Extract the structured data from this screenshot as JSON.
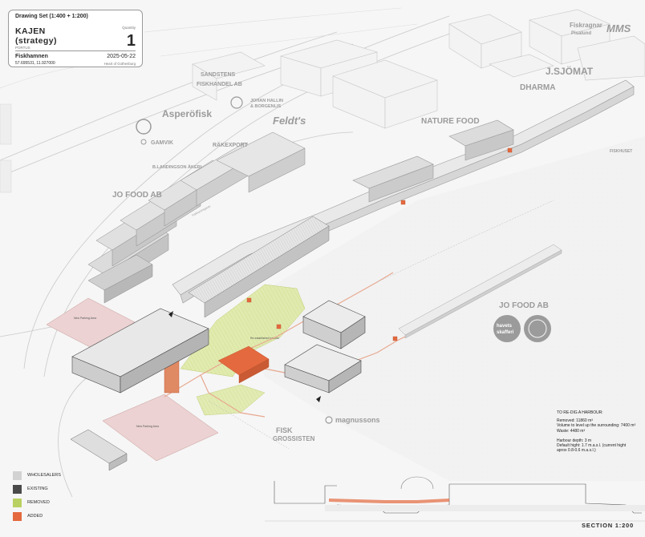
{
  "title_block": {
    "header": "Drawing Set (1:400 + 1:200)",
    "title": "KAJEN",
    "title_line2": "(strategy)",
    "subtitle": "PORTUS",
    "quantity_label": "Quantity",
    "quantity": "1",
    "place": "Fiskhamnen",
    "coordinates": "57.695531, 11.927000",
    "date": "2025-05-22",
    "organization": "Heart of Gothenburg"
  },
  "legend": [
    {
      "label": "WHOLESALERS",
      "color": "#d2d2d2"
    },
    {
      "label": "EXISTING",
      "color": "#4a4a4a"
    },
    {
      "label": "REMOVED",
      "color": "#b9d162"
    },
    {
      "label": "ADDED",
      "color": "#e4693e"
    }
  ],
  "notes": {
    "heading": "TO RE-DIG A HARBOUR:",
    "removed": "Removed: 11860 m³",
    "volume": "Volume to level up the surrounding: 7400 m³",
    "waste": "Waste: 4480 m³",
    "depth": "Harbour depth: 3 m",
    "height1": "Default hight: 1.7 m.a.s.l. (current hight",
    "height2": "aprox 0.8-0.6 m.a.s.l.)"
  },
  "section_label": "SECTION 1:200",
  "brands": {
    "sandsten1": "SANDSTENS",
    "sandsten2": "FISKHANDEL AB",
    "asperofisk": "Asperöfisk",
    "johan1": "JOHAN HALLIN",
    "johan2": "& BORGENLIS",
    "feldts": "Feldt's",
    "gamvik": "GAMVIK",
    "rakexport": "RÄKEXPORT",
    "blandingson": "B.LANDINGSON ÅKERI",
    "jofood": "JO FOOD AB",
    "jofood2": "JO FOOD AB",
    "naturefood": "NATURE FOOD",
    "sjomat": "J.SJÖMAT",
    "dharma": "DHARMA",
    "mms": "MMS",
    "fiskragnar1": "Fiskragnar",
    "fiskragnar2": "Pisalund",
    "fiskhuset": "FISKHUSET",
    "havets1": "havets",
    "havets2": "skafferi",
    "magnussons": "magnussons",
    "fisk1": "FISK",
    "fisk2": "GROSSISTEN"
  },
  "map_labels": {
    "parking1": "New Parking Area",
    "parking2": "New Parking Area",
    "harbour": "Re-established harbour",
    "road": "Fiskhamnsgatan"
  }
}
